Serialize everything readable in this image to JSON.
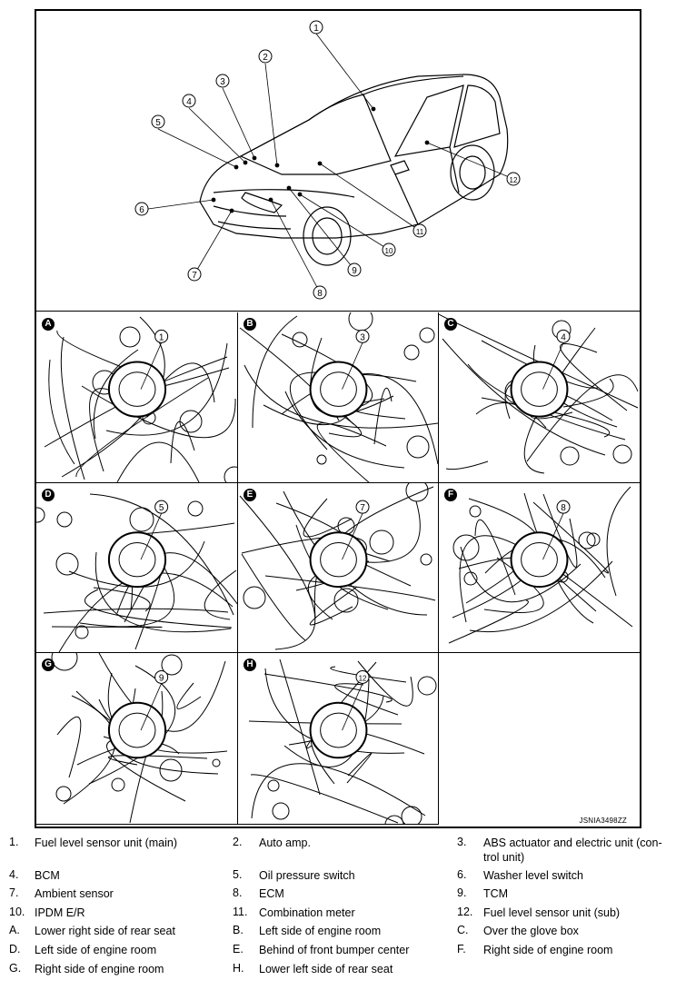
{
  "diagram": {
    "code": "JSNIA3498ZZ",
    "callouts_main": [
      "1",
      "2",
      "3",
      "4",
      "5",
      "6",
      "7",
      "8",
      "9",
      "10",
      "11",
      "12"
    ],
    "panels": [
      {
        "letter": "A",
        "callout": "1"
      },
      {
        "letter": "B",
        "callout": "3"
      },
      {
        "letter": "C",
        "callout": "4"
      },
      {
        "letter": "D",
        "callout": "5"
      },
      {
        "letter": "E",
        "callout": "7"
      },
      {
        "letter": "F",
        "callout": "8"
      },
      {
        "letter": "G",
        "callout": "9"
      },
      {
        "letter": "H",
        "callout": "12"
      }
    ]
  },
  "legend": [
    [
      {
        "n": "1.",
        "t": "Fuel level sensor unit (main)"
      },
      {
        "n": "2.",
        "t": "Auto amp."
      },
      {
        "n": "3.",
        "t": "ABS actuator and electric unit (con-"
      }
    ],
    [
      {
        "n": "",
        "t": ""
      },
      {
        "n": "",
        "t": ""
      },
      {
        "n": "",
        "t": "trol unit)"
      }
    ],
    [
      {
        "n": "4.",
        "t": "BCM"
      },
      {
        "n": "5.",
        "t": "Oil pressure switch"
      },
      {
        "n": "6.",
        "t": "Washer level switch"
      }
    ],
    [
      {
        "n": "7.",
        "t": "Ambient sensor"
      },
      {
        "n": "8.",
        "t": "ECM"
      },
      {
        "n": "9.",
        "t": "TCM"
      }
    ],
    [
      {
        "n": "10.",
        "t": "IPDM E/R"
      },
      {
        "n": "11.",
        "t": "Combination meter"
      },
      {
        "n": "12.",
        "t": "Fuel level sensor unit (sub)"
      }
    ],
    [
      {
        "n": "A.",
        "t": "Lower right side of rear seat"
      },
      {
        "n": "B.",
        "t": "Left side of engine room"
      },
      {
        "n": "C.",
        "t": "Over the glove box"
      }
    ],
    [
      {
        "n": "D.",
        "t": "Left side of engine room"
      },
      {
        "n": "E.",
        "t": "Behind of front bumper center"
      },
      {
        "n": "F.",
        "t": "Right side of engine room"
      }
    ],
    [
      {
        "n": "G.",
        "t": "Right side of engine room"
      },
      {
        "n": "H.",
        "t": "Lower left side of rear seat"
      },
      {
        "n": "",
        "t": ""
      }
    ]
  ]
}
